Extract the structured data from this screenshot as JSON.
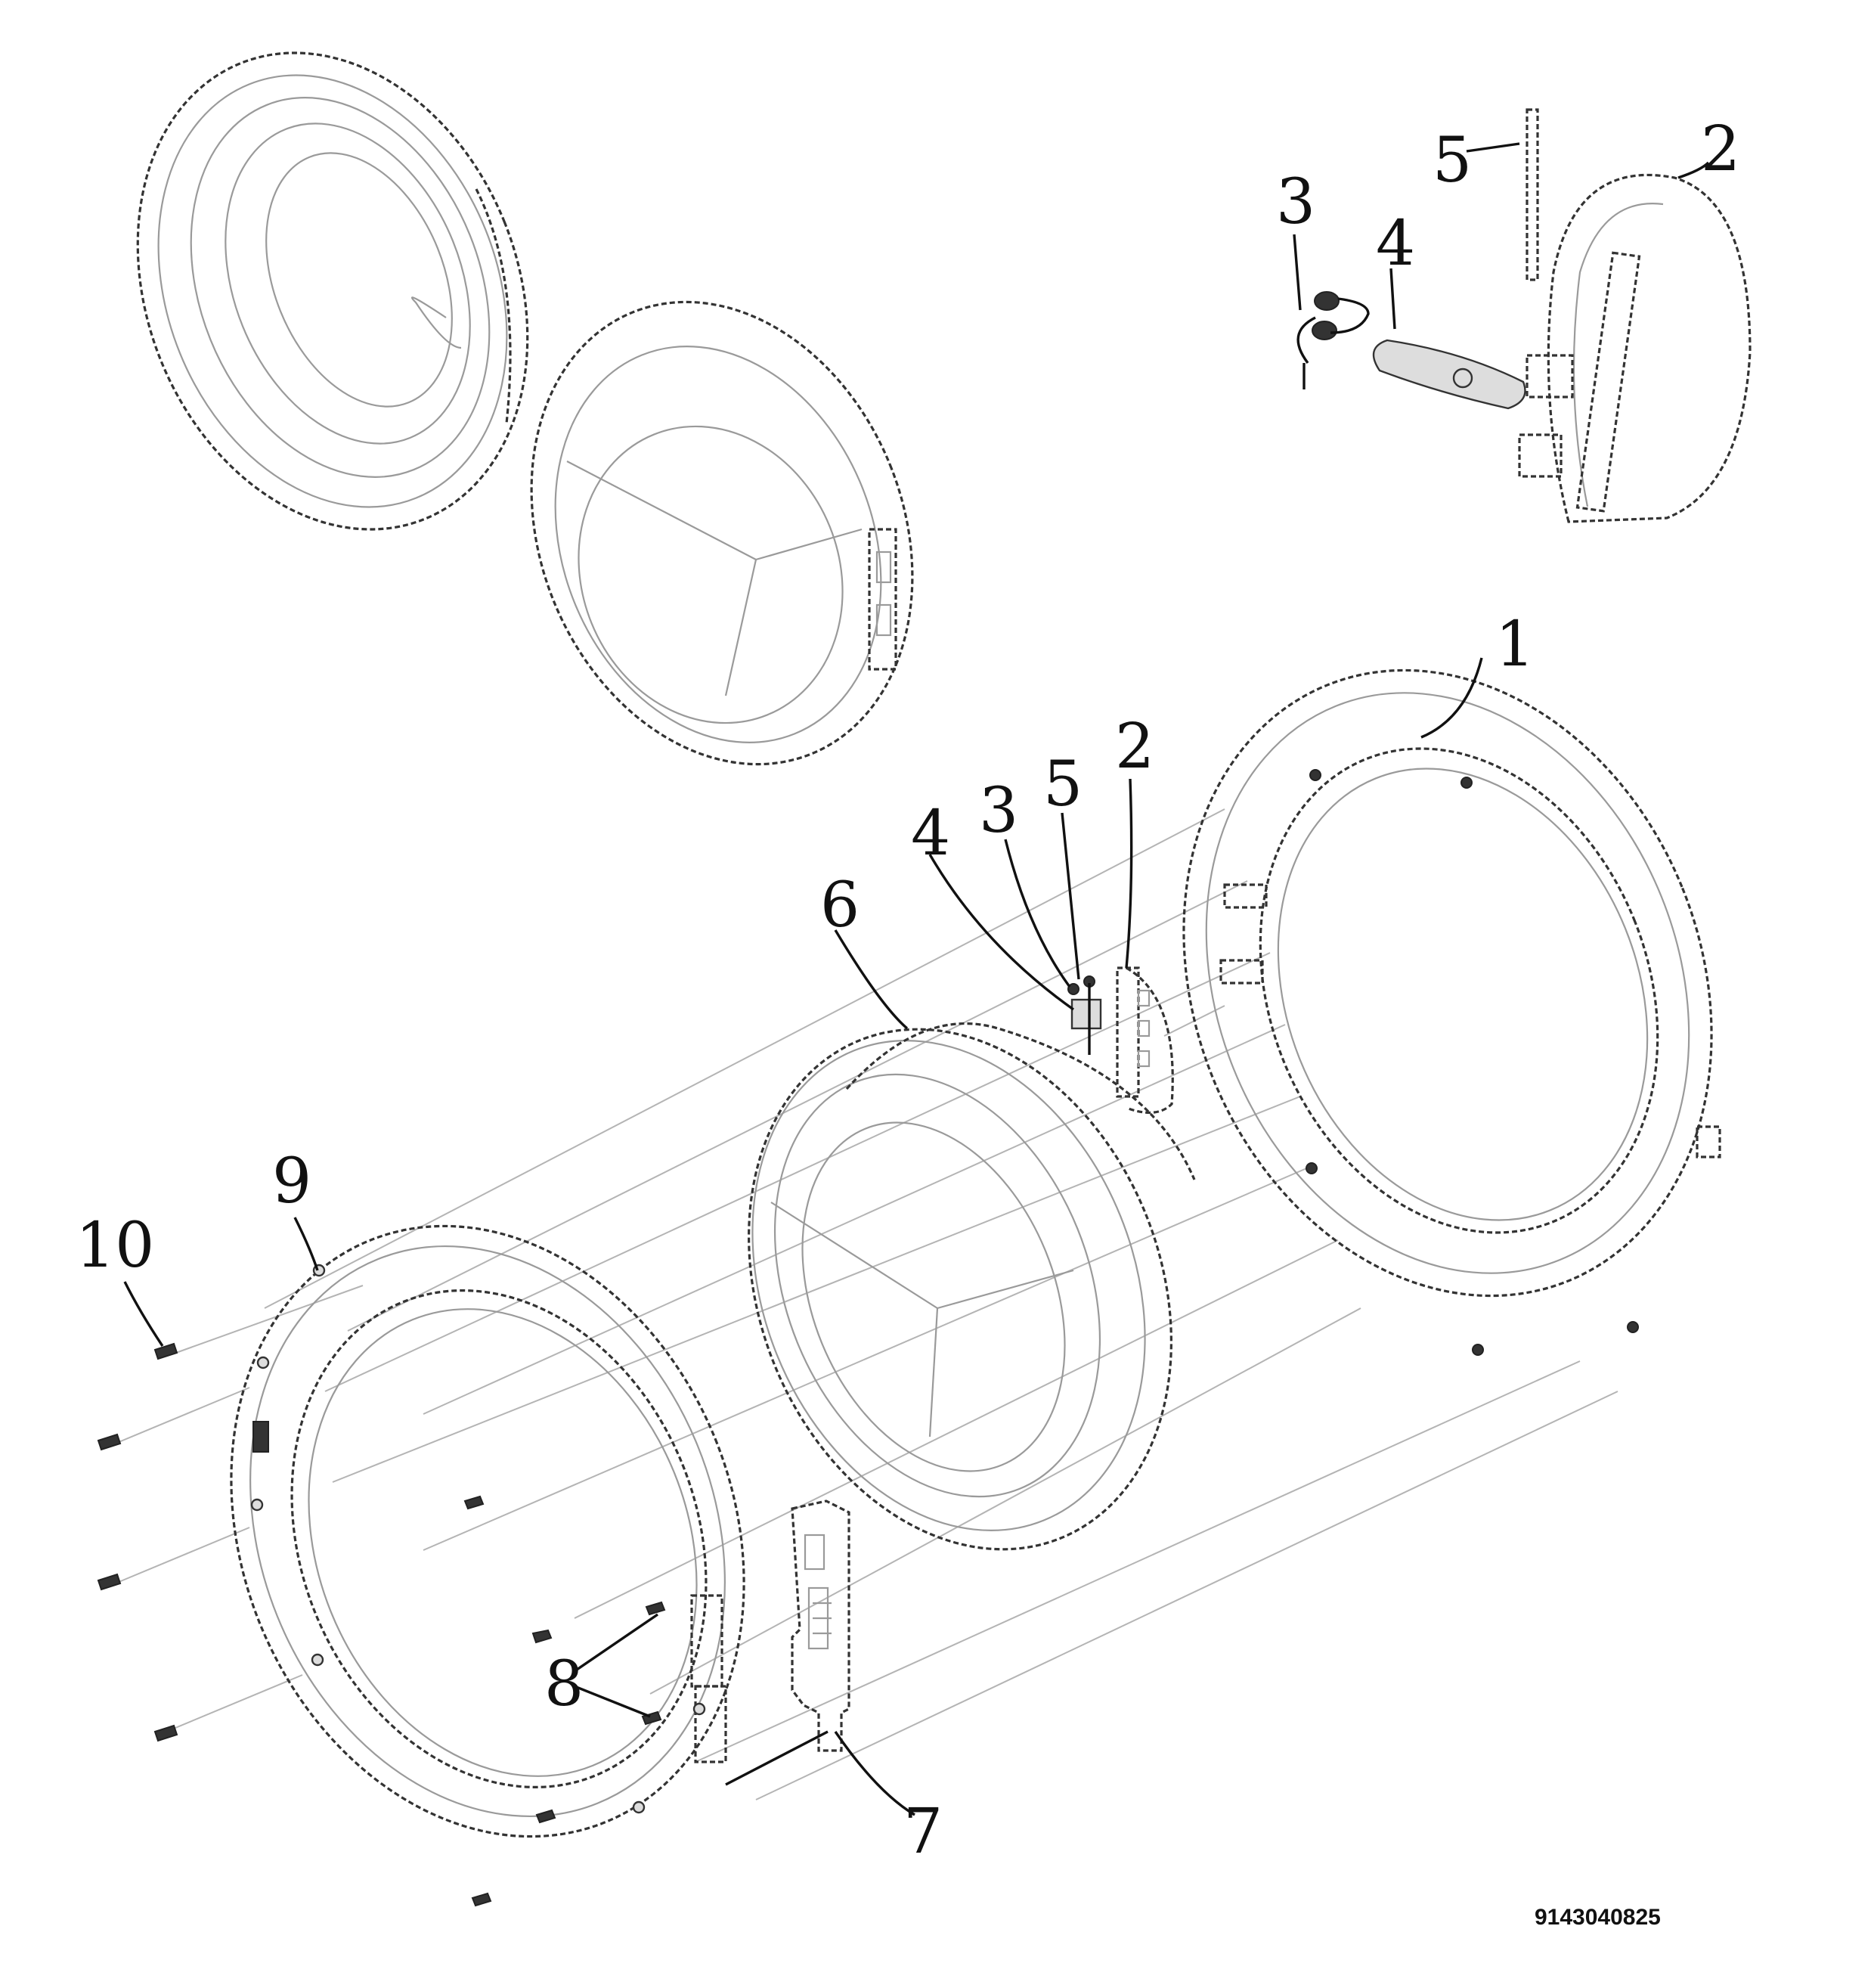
{
  "callouts": {
    "c1": "1",
    "c2a": "2",
    "c2b": "2",
    "c3a": "3",
    "c3b": "3",
    "c4a": "4",
    "c4b": "4",
    "c5a": "5",
    "c5b": "5",
    "c6": "6",
    "c7": "7",
    "c8": "8",
    "c9": "9",
    "c10": "10"
  },
  "document_number": "9143040825"
}
